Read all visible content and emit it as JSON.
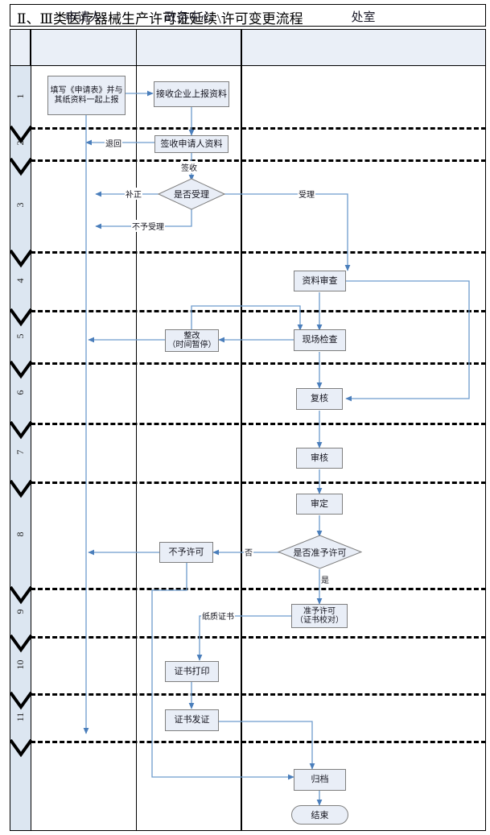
{
  "title": "Ⅱ、Ⅲ类医疗器械生产许可证延续\\许可变更流程",
  "colors": {
    "lane_header_bg": "#eaeff7",
    "step_column_bg": "#dce6f1",
    "node_fill": "#e9eef7",
    "node_border": "#7f7f7f",
    "connector": "#4a7ebb",
    "separator": "#000000"
  },
  "columns": [
    {
      "key": "step",
      "label": ""
    },
    {
      "key": "applicant",
      "label": "申请人"
    },
    {
      "key": "center",
      "label": "政务中心"
    },
    {
      "key": "office",
      "label": "处室"
    }
  ],
  "steps": [
    {
      "n": "1"
    },
    {
      "n": "2"
    },
    {
      "n": "3"
    },
    {
      "n": "4"
    },
    {
      "n": "5"
    },
    {
      "n": "6"
    },
    {
      "n": "7"
    },
    {
      "n": "8"
    },
    {
      "n": "9"
    },
    {
      "n": "10"
    },
    {
      "n": "11"
    }
  ],
  "nodes": [
    {
      "id": "fill-form",
      "lane": "applicant",
      "type": "process",
      "text": "填写《申请表》并与其纸资料一起上报"
    },
    {
      "id": "receive",
      "lane": "center",
      "type": "process",
      "text": "接收企业上报资料"
    },
    {
      "id": "signoff",
      "lane": "center",
      "type": "process",
      "text": "签收申请人资料"
    },
    {
      "id": "accept-dec",
      "lane": "center",
      "type": "decision",
      "text": "是否受理"
    },
    {
      "id": "doc-review",
      "lane": "office",
      "type": "process",
      "text": "资料审查"
    },
    {
      "id": "rectify",
      "lane": "center",
      "type": "process",
      "text": "整改\n（时间暂停）"
    },
    {
      "id": "site-check",
      "lane": "office",
      "type": "process",
      "text": "现场检查"
    },
    {
      "id": "recheck",
      "lane": "office",
      "type": "process",
      "text": "复核"
    },
    {
      "id": "audit",
      "lane": "office",
      "type": "process",
      "text": "审核"
    },
    {
      "id": "approve",
      "lane": "office",
      "type": "process",
      "text": "审定"
    },
    {
      "id": "permit-dec",
      "lane": "office",
      "type": "decision",
      "text": "是否准予许可"
    },
    {
      "id": "no-permit",
      "lane": "center",
      "type": "process",
      "text": "不予许可"
    },
    {
      "id": "grant-permit",
      "lane": "office",
      "type": "process",
      "text": "准予许可\n（证书校对）"
    },
    {
      "id": "cert-print",
      "lane": "center",
      "type": "process",
      "text": "证书打印"
    },
    {
      "id": "cert-issue",
      "lane": "center",
      "type": "process",
      "text": "证书发证"
    },
    {
      "id": "archive",
      "lane": "office",
      "type": "process",
      "text": "归档"
    },
    {
      "id": "end",
      "lane": "office",
      "type": "terminator",
      "text": "结束"
    }
  ],
  "edge_labels": [
    {
      "id": "lbl-return",
      "text": "退回"
    },
    {
      "id": "lbl-signoff",
      "text": "签收"
    },
    {
      "id": "lbl-correct",
      "text": "补正"
    },
    {
      "id": "lbl-accept",
      "text": "受理"
    },
    {
      "id": "lbl-not-accept",
      "text": "不予受理"
    },
    {
      "id": "lbl-no",
      "text": "否"
    },
    {
      "id": "lbl-yes",
      "text": "是"
    },
    {
      "id": "lbl-paper-cert",
      "text": "纸质证书"
    }
  ],
  "node_texts": {
    "fill-form": "填写《申请表》并与其纸资料一起上报",
    "receive": "接收企业上报资料",
    "signoff": "签收申请人资料",
    "accept-dec": "是否受理",
    "doc-review": "资料审查",
    "rectify-1": "整改",
    "rectify-2": "（时间暂停）",
    "site-check": "现场检查",
    "recheck": "复核",
    "audit": "审核",
    "approve": "审定",
    "permit-dec": "是否准予许可",
    "no-permit": "不予许可",
    "grant-permit-1": "准予许可",
    "grant-permit-2": "（证书校对）",
    "cert-print": "证书打印",
    "cert-issue": "证书发证",
    "archive": "归档",
    "end": "结束"
  }
}
